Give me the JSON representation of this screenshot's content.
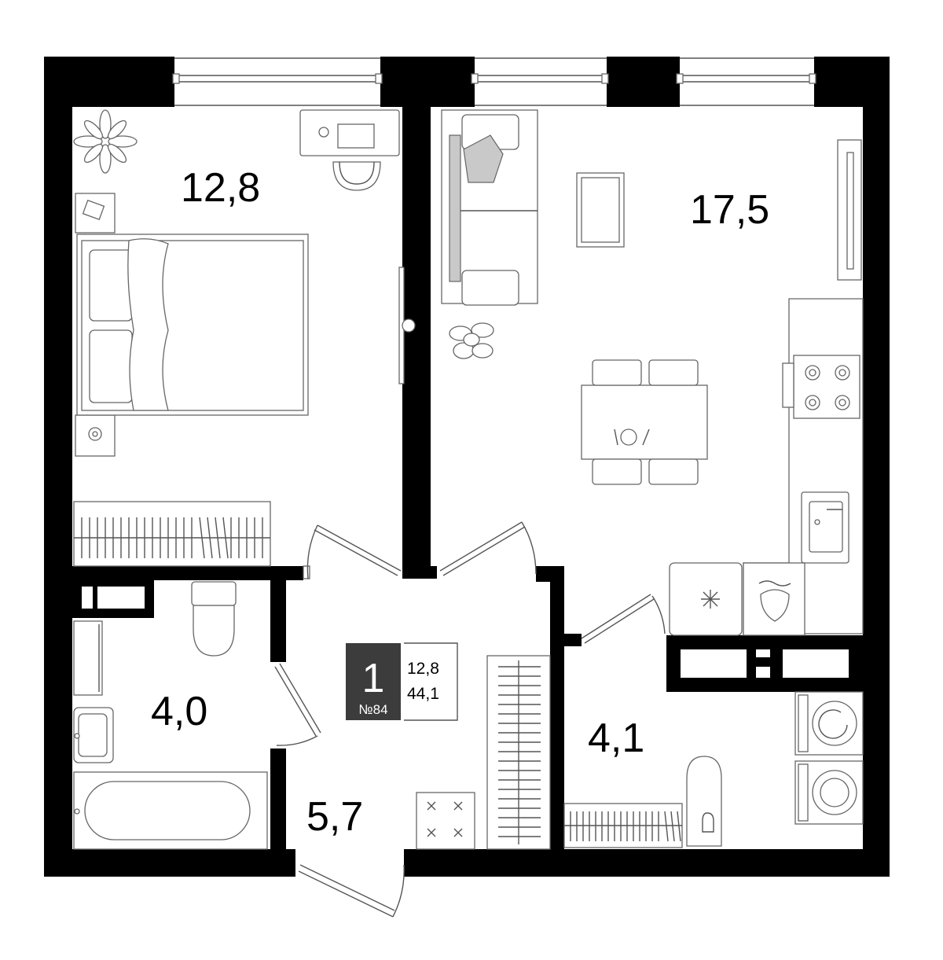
{
  "rooms": {
    "bedroom": "12,8",
    "living_kitchen": "17,5",
    "bathroom": "4,0",
    "hallway": "5,7",
    "laundry": "4,1"
  },
  "badge": {
    "rooms_count": "1",
    "apartment_number": "№84",
    "living_area": "12,8",
    "total_area": "44,1"
  },
  "colors": {
    "walls": "#000000",
    "badge_background": "#3c3c3c",
    "furniture_stroke": "#666666"
  }
}
